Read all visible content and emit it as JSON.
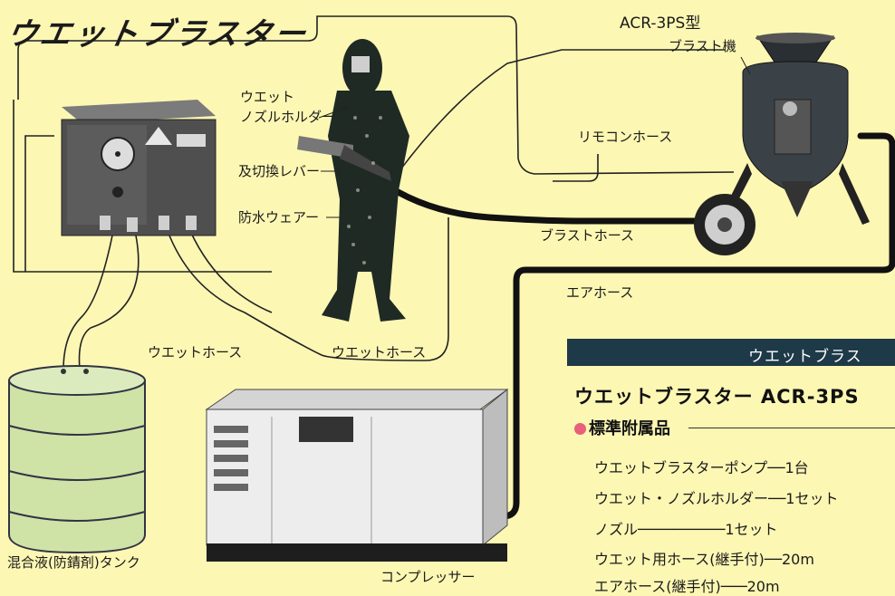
{
  "title": "ウエットブラスター",
  "labels": {
    "machine_model": "ACR-3PS型",
    "machine_name": "ブラスト機",
    "nozzle_holder_1": "ウエット",
    "nozzle_holder_2": "ノズルホルダー",
    "switch_lever": "及切換レバー",
    "waterproof_wear": "防水ウェアー",
    "remote_hose": "リモコンホース",
    "blast_hose": "ブラストホース",
    "air_hose": "エアホース",
    "wet_hose_left": "ウエットホース",
    "wet_hose_right": "ウエットホース",
    "tank": "混合液(防錆剤)タンク",
    "compressor": "コンプレッサー"
  },
  "panel": {
    "header": "ウエットブラス",
    "model": "ウエットブラスター ACR-3PS",
    "section": "標準附属品",
    "items": [
      {
        "name": "ウエットブラスターポンプ",
        "qty": "1台"
      },
      {
        "name": "ウエット・ノズルホルダー",
        "qty": "1セット"
      },
      {
        "name": "ノズル",
        "qty": "1セット"
      },
      {
        "name": "ウエット用ホース(継手付)",
        "qty": "20m"
      },
      {
        "name": "エアホース(継手付)",
        "qty": "20m"
      }
    ]
  },
  "colors": {
    "background": "#fdf7b4",
    "panel_header": "#1e3a48",
    "bullet": "#e8607a",
    "tank": "#cfe3a6"
  }
}
